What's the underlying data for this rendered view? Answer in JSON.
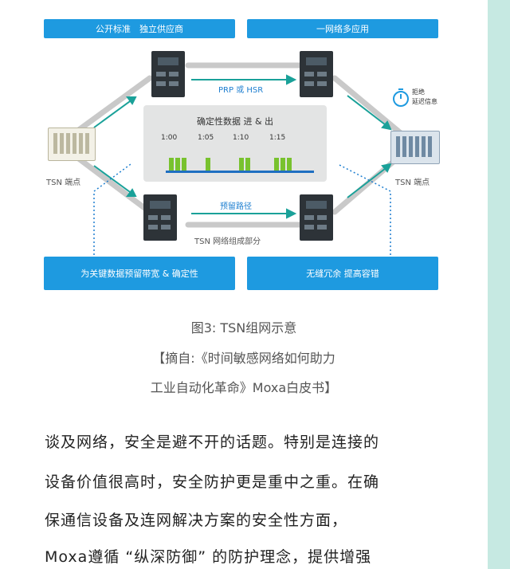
{
  "figure": {
    "top_left_box": "公开标准　独立供应商",
    "top_right_box": "一网络多应用",
    "bottom_left_box": "为关键数据预留带宽 & 确定性",
    "bottom_right_box": "无缝冗余 提高容错",
    "prp_label": "PRP 或 HSR",
    "reserved_path_label": "预留路径",
    "network_part_label": "TSN 网络组成部分",
    "left_endpoint_label": "TSN 端点",
    "right_endpoint_label": "TSN 端点",
    "reject_delay_label_1": "拒绝",
    "reject_delay_label_2": "延迟信息",
    "center_panel_title": "确定性数据 进 & 出",
    "times": [
      "1:00",
      "1:05",
      "1:10",
      "1:15"
    ]
  },
  "caption": {
    "line1": "图3: TSN组网示意",
    "line2": "【摘自:《时间敏感网络如何助力",
    "line3": "工业自动化革命》Moxa白皮书】"
  },
  "body": {
    "line1": "谈及网络，安全是避不开的话题。特别是连接的",
    "line2": "设备价值很高时，安全防护更是重中之重。在确",
    "line3": "保通信设备及连网解决方案的安全性方面，",
    "line4": "Moxa遵循 “纵深防御” 的防护理念，提供增强"
  }
}
